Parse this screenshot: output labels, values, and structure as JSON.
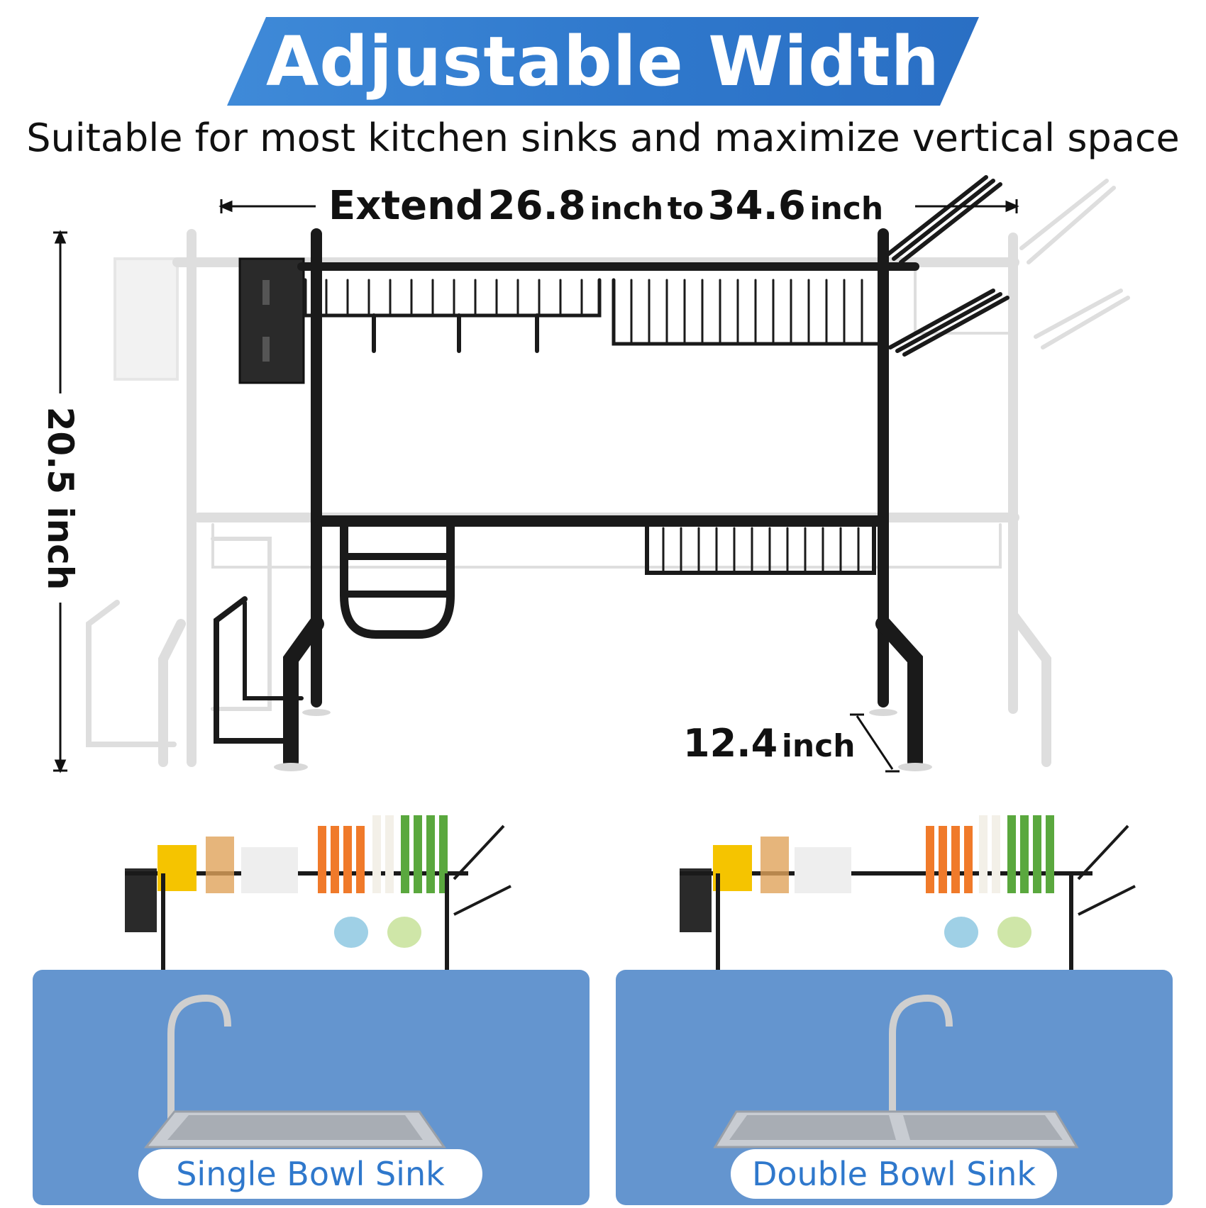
{
  "banner": {
    "title": "Adjustable Width"
  },
  "subtitle": "Suitable for most kitchen sinks and maximize vertical space",
  "dimensions": {
    "width_prefix": "Extend",
    "width_min_value": "26.8",
    "width_unit_1": "inch",
    "width_joiner": "to",
    "width_max_value": "34.6",
    "width_unit_2": "inch",
    "height_label": "20.5 inch",
    "depth_value": "12.4",
    "depth_unit": "inch"
  },
  "scenes": {
    "left_label": "Single Bowl Sink",
    "right_label": "Double Bowl Sink"
  },
  "colors": {
    "banner_blue": "#2f78cc",
    "panel_blue": "#6495cf",
    "rack_black": "#1a1a1a",
    "ghost_gray": "#dcdcdc"
  },
  "icons": [
    "arrow-left-icon",
    "arrow-right-icon",
    "arrow-up-icon",
    "arrow-down-icon"
  ]
}
